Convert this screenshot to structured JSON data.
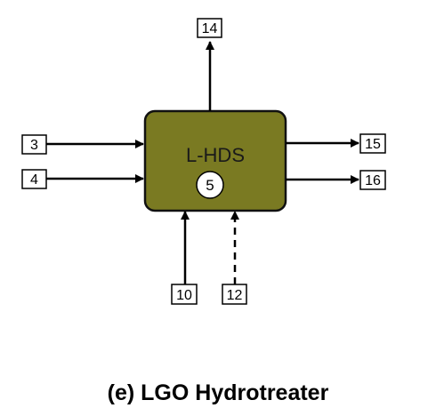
{
  "unit": {
    "label": "L-HDS",
    "number": "5",
    "fill_color": "#7a7a22",
    "border_color": "#111111"
  },
  "streams": {
    "top_out": "14",
    "left_in_1": "3",
    "left_in_2": "4",
    "right_out_1": "15",
    "right_out_2": "16",
    "bottom_in_solid": "10",
    "bottom_in_dashed": "12"
  },
  "caption": "(e) LGO Hydrotreater"
}
